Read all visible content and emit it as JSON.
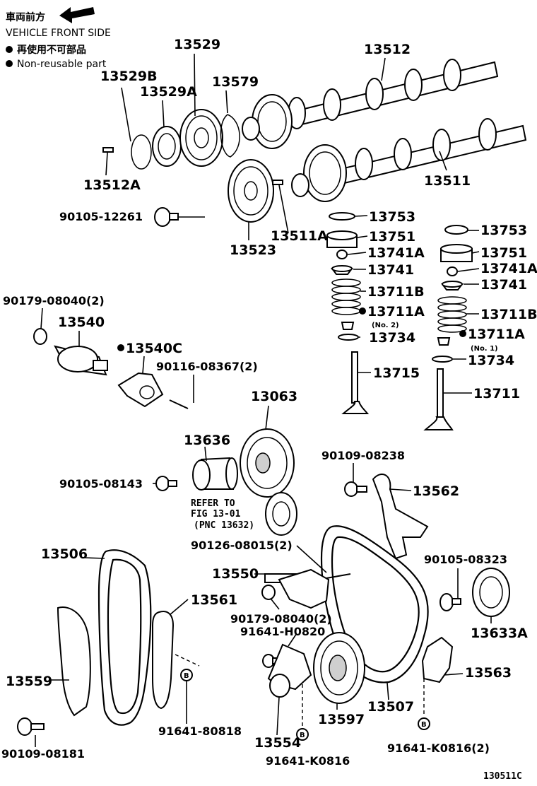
{
  "header": {
    "front_cjk": "車両前方",
    "front_en": "VEHICLE FRONT SIDE",
    "legend_cjk": "再使用不可部品",
    "legend_en": "Non-reusable part"
  },
  "labels": {
    "p13529": "13529",
    "p13512": "13512",
    "p13529B": "13529B",
    "p13529A": "13529A",
    "p13579": "13579",
    "p13512A": "13512A",
    "p13511": "13511",
    "p90105_12261": "90105-12261",
    "p13523": "13523",
    "p13511A": "13511A",
    "l13753": "13753",
    "l13751": "13751",
    "l13741A": "13741A",
    "l13741": "13741",
    "l13711B": "13711B",
    "l13711A": "13711A",
    "l13711A_note": "(No. 2)",
    "l13734": "13734",
    "l13715": "13715",
    "r13753": "13753",
    "r13751": "13751",
    "r13741A": "13741A",
    "r13741": "13741",
    "r13711B": "13711B",
    "r13711A": "13711A",
    "r13711A_note": "(No. 1)",
    "r13734": "13734",
    "r13711": "13711",
    "p90179_top": "90179-08040(2)",
    "p13540": "13540",
    "p13540C": "13540C",
    "p90116": "90116-08367(2)",
    "p13063": "13063",
    "p13636": "13636",
    "p90109_08238": "90109-08238",
    "p90105_08143": "90105-08143",
    "p13562": "13562",
    "ref_line1": "REFER TO",
    "ref_line2": "FIG  13-01",
    "ref_line3": "(PNC  13632)",
    "p13506": "13506",
    "p90126": "90126-08015(2)",
    "p90105_08323": "90105-08323",
    "p13550": "13550",
    "p13561": "13561",
    "p90179_mid": "90179-08040(2)",
    "p91641_H0820": "91641-H0820",
    "p13633A": "13633A",
    "p13563": "13563",
    "p13559": "13559",
    "p91641_80818": "91641-80818",
    "p13507": "13507",
    "p13597": "13597",
    "p90109_08181": "90109-08181",
    "p13554": "13554",
    "p91641_K0816_2": "91641-K0816(2)",
    "p91641_K0816": "91641-K0816",
    "b_mark": "B",
    "fig_code": "130511C"
  }
}
